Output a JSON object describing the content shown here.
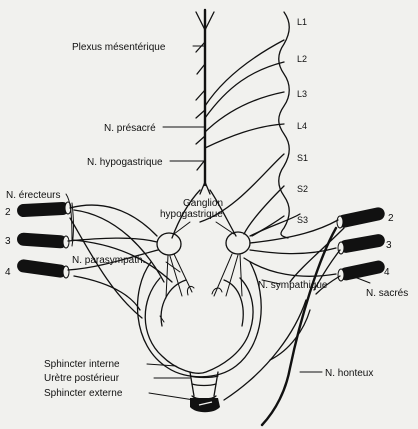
{
  "labels": {
    "plexus_mesenterique": "Plexus mésentérique",
    "n_presacre": "N. présacré",
    "n_hypogastrique": "N. hypogastrique",
    "n_erecteurs": "N. érecteurs",
    "ganglion_line1": "Ganglion",
    "ganglion_line2": "hypogastrique",
    "n_parasympath": "N. parasympath.",
    "n_sympathique": "N. sympathique",
    "n_sacres": "N. sacrés",
    "sphincter_interne": "Sphincter interne",
    "uretre_posterieur": "Urètre postérieur",
    "sphincter_externe": "Sphincter externe",
    "n_honteux": "N. honteux"
  },
  "spinal_segments": [
    "L1",
    "L2",
    "L3",
    "L4",
    "S1",
    "S2",
    "S3"
  ],
  "left_roots": [
    "2",
    "3",
    "4"
  ],
  "right_roots": [
    "2",
    "3",
    "4"
  ]
}
